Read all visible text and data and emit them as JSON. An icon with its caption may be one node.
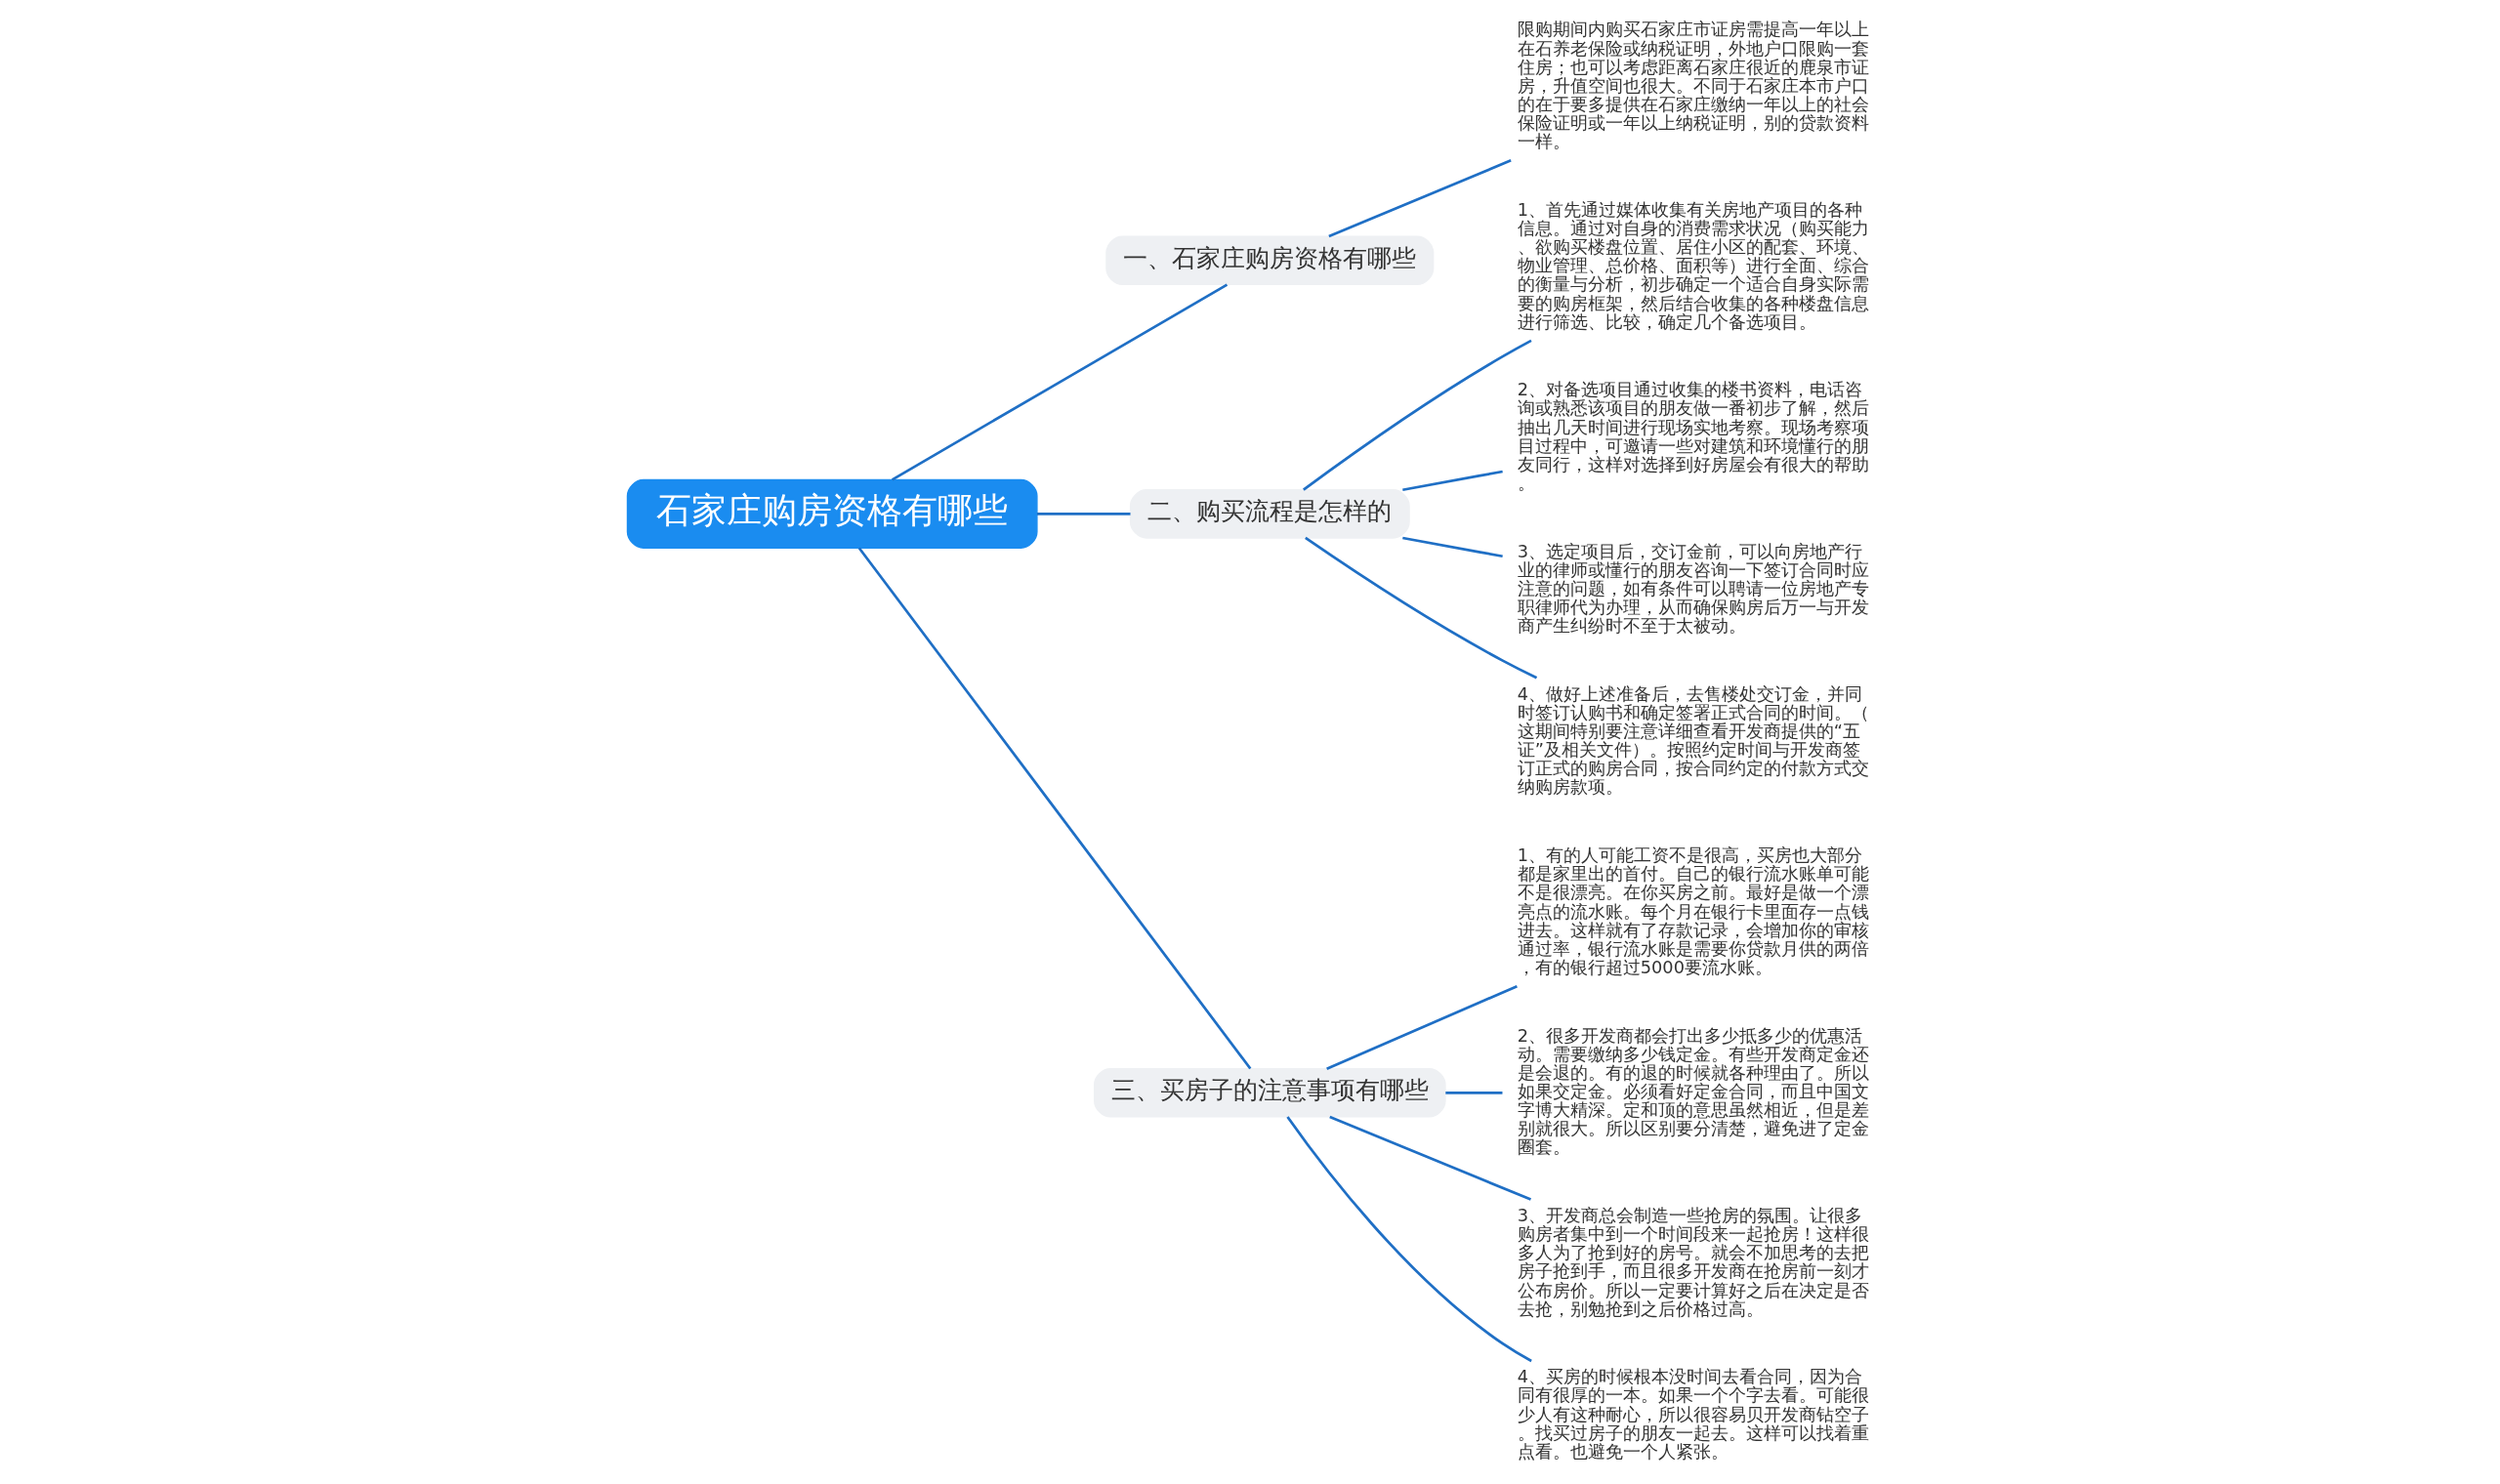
{
  "diagram": {
    "nodes": [
      {
        "text": [
          "石家庄购房资格有哪些"
        ]
      },
      {
        "text": [
          "一、石家庄购房资格有哪些"
        ]
      },
      {
        "text": [
          "限购期间内购买石家庄市证房需提高一年以上在石养老保险或纳税证明，外地户口限购一套住房；也可以考虑距离石家庄很近的鹿泉市证房，升值空间也很大。不同于石家庄本市户口的在于要多提供在石家庄缴纳一年以上的社会保险证明或一年以上纳税证明，别的贷款资料一样。"
        ]
      },
      {
        "text": [
          "二、购买流程是怎样的"
        ]
      },
      {
        "text": [
          "1、首先通过媒体收集有关房地产项目的各种信息。通过对自身的消费需求状况（购买能力、欲购买楼盘位置、居住小区的配套、环境、物业管理、总价格、面积等）进行全面、综合的衡量与分析，初步确定一个适合自身实际需要的购房框架，然后结合收集的各种楼盘信息进行筛选、比较，确定几个备选项目。"
        ]
      },
      {
        "text": [
          "2、对备选项目通过收集的楼书资料，电话咨询或熟悉该项目的朋友做一番初步了解，然后抽出几天时间进行现场实地考察。现场考察项目过程中，可邀请一些对建筑和环境懂行的朋友同行，这样对选择到好房屋会有很大的帮助。"
        ]
      },
      {
        "text": [
          "3、选定项目后，交订金前，可以向房地产行业的律师或懂行的朋友咨询一下签订合同时应注意的问题，如有条件可以聘请一位房地产专职律师代为办理，从而确保购房后万一与开发商产生纠纷时不至于太被动。"
        ]
      },
      {
        "text": [
          "4、做好上述准备后，去售楼处交订金，并同时签订认购书和确定签署正式合同的时间。（这期间特别要注意详细查看开发商提供的“五证”及相关文件）。按照约定时间与开发商签订正式的购房合同，按合同约定的付款方式交纳购房款项。"
        ]
      },
      {
        "text": [
          "三、买房子的注意事项有哪些"
        ]
      },
      {
        "text": [
          "1、有的人可能工资不是很高，买房也大部分都是家里出的首付。自己的银行流水账单可能不是很漂亮。在你买房之前。最好是做一个漂亮点的流水账。每个月在银行卡里面存一点钱进去。这样就有了存款记录，会增加你的审核通过率，银行流水账是需要你贷款月供的两倍，有的银行超过5000要流水账。"
        ]
      },
      {
        "text": [
          "2、很多开发商都会打出多少抵多少的优惠活动。需要缴纳多少钱定金。有些开发商定金还是会退的。有的退的时候就各种理由了。所以如果交定金。必须看好定金合同，而且中国文字博大精深。定和顶的意思虽然相近，但是差别就很大。所以区别要分清楚，避免进了定金圈套。"
        ]
      },
      {
        "text": [
          "3、开发商总会制造一些抢房的氛围。让很多购房者集中到一个时间段来一起抢房！这样很多人为了抢到好的房号。就会不加思考的去把房子抢到手，而且很多开发商在抢房前一刻才公布房价。所以一定要计算好之后在决定是否去抢，别勉抢到之后价格过高。"
        ]
      },
      {
        "text": [
          "4、买房的时候根本没时间去看合同，因为合同有很厚的一本。如果一个个字去看。可能很少人有这种耐心，所以很容易贝开发商钻空子。找买过房子的朋友一起去。这样可以找着重点看。也避免一个人紧张。"
        ]
      }
    ],
    "edges": [
      {
        "from": 0,
        "to": 1,
        "arrow": "none"
      },
      {
        "from": 1,
        "to": 2,
        "arrow": "none"
      },
      {
        "from": 0,
        "to": 3,
        "arrow": "none"
      },
      {
        "from": 3,
        "to": 4,
        "arrow": "none"
      },
      {
        "from": 3,
        "to": 5,
        "arrow": "none"
      },
      {
        "from": 3,
        "to": 6,
        "arrow": "none"
      },
      {
        "from": 3,
        "to": 7,
        "arrow": "none"
      },
      {
        "from": 0,
        "to": 8,
        "arrow": "none"
      },
      {
        "from": 8,
        "to": 9,
        "arrow": "none"
      },
      {
        "from": 8,
        "to": 10,
        "arrow": "none"
      },
      {
        "from": 8,
        "to": 11,
        "arrow": "none"
      },
      {
        "from": 8,
        "to": 12,
        "arrow": "none"
      }
    ]
  }
}
